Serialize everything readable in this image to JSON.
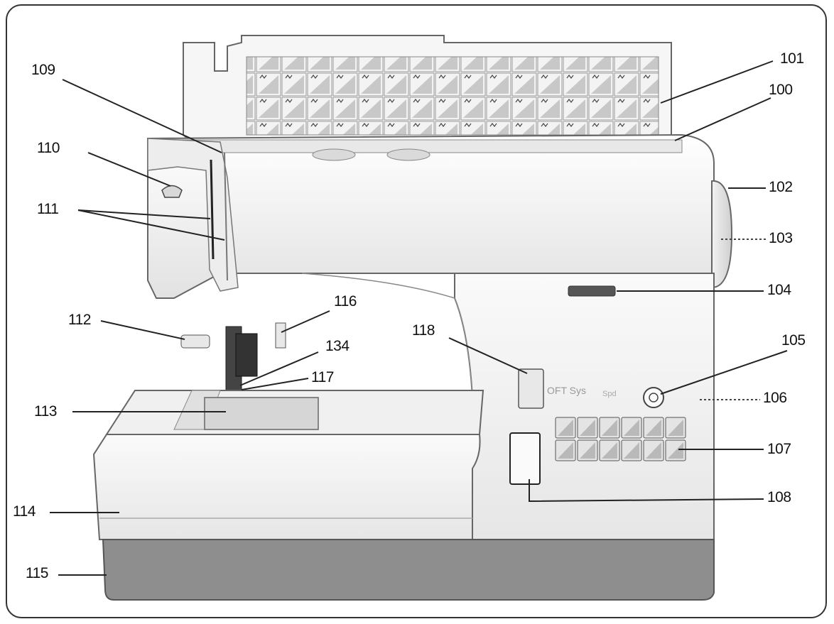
{
  "diagram": {
    "callouts": [
      {
        "id": "101",
        "label": "101"
      },
      {
        "id": "100",
        "label": "100"
      },
      {
        "id": "109",
        "label": "109"
      },
      {
        "id": "110",
        "label": "110"
      },
      {
        "id": "111",
        "label": "111"
      },
      {
        "id": "102",
        "label": "102"
      },
      {
        "id": "103",
        "label": "103"
      },
      {
        "id": "104",
        "label": "104"
      },
      {
        "id": "116",
        "label": "116"
      },
      {
        "id": "112",
        "label": "112"
      },
      {
        "id": "118",
        "label": "118"
      },
      {
        "id": "134",
        "label": "134"
      },
      {
        "id": "105",
        "label": "105"
      },
      {
        "id": "117",
        "label": "117"
      },
      {
        "id": "106",
        "label": "106"
      },
      {
        "id": "113",
        "label": "113"
      },
      {
        "id": "107",
        "label": "107"
      },
      {
        "id": "108",
        "label": "108"
      },
      {
        "id": "114",
        "label": "114"
      },
      {
        "id": "115",
        "label": "115"
      }
    ],
    "machine_text": {
      "system_label": "OFT Sys",
      "speed_label": "Spd"
    },
    "colors": {
      "body": "#f4f4f4",
      "body_shadow": "#dcdcdc",
      "base": "#8e8e8e",
      "chart": "#e8e8e8",
      "outline": "#555555"
    }
  }
}
